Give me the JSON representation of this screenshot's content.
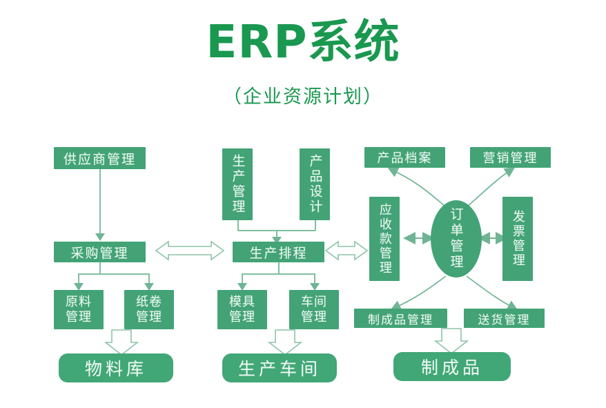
{
  "header": {
    "title": "ERP系统",
    "subtitle": "（企业资源计划）",
    "title_color": "#1a9850"
  },
  "theme": {
    "box_fill": "#43a376",
    "rounded_fill": "#41a777",
    "text_color": "#eef9f2",
    "line_color": "#7fbfa0",
    "background": "#ffffff"
  },
  "nodes": {
    "supplier_mgmt": "供应商管理",
    "purchase_mgmt": "采购管理",
    "raw_material_mgmt": "原料管理",
    "paper_roll_mgmt": "纸卷管理",
    "material_warehouse": "物料库",
    "production_mgmt": "生产管理",
    "product_design": "产品设计",
    "production_schedule": "生产排程",
    "mold_mgmt": "模具管理",
    "workshop_mgmt": "车间管理",
    "production_workshop": "生产车间",
    "product_archive": "产品档案",
    "marketing_mgmt": "营销管理",
    "receivables_mgmt": "应收款管理",
    "order_mgmt": "订单管理",
    "invoice_mgmt": "发票管理",
    "finished_goods_mgmt": "制成品管理",
    "delivery_mgmt": "送货管理",
    "finished_goods": "制成品"
  }
}
